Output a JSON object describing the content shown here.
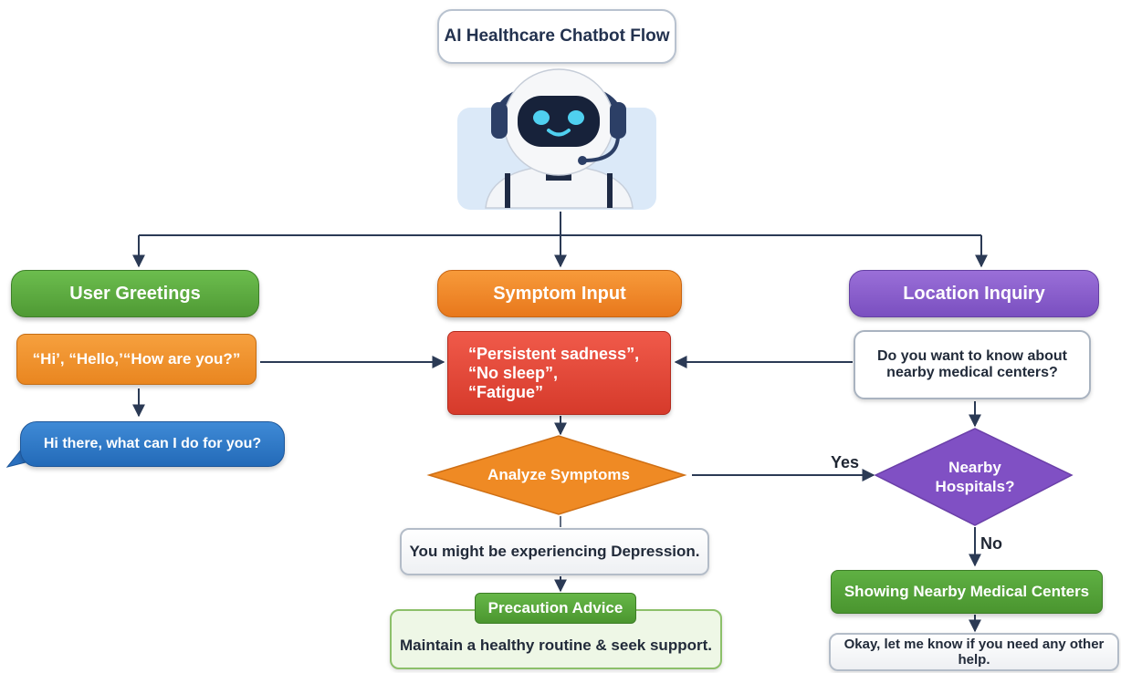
{
  "title": "AI Healthcare Chatbot Flow",
  "avatar": {
    "icon": "robot-avatar-icon",
    "colors": {
      "panel": "#dbe9f8",
      "visor": "#17223a",
      "eyes": "#4fd0f0",
      "headset": "#2c3f66"
    }
  },
  "branches": {
    "greetings": {
      "label": "User Greetings",
      "example": "“Hi’, “Hello,’“How are you?”",
      "reply": "Hi there, what can I do for you?"
    },
    "symptoms": {
      "label": "Symptom Input",
      "inputs": [
        "“Persistent sadness”,",
        "“No sleep”,",
        "“Fatigue”"
      ],
      "decision": "Analyze Symptoms",
      "result": "You might be experiencing Depression.",
      "advice_label": "Precaution Advice",
      "advice": "Maintain a healthy routine & seek support."
    },
    "location": {
      "label": "Location Inquiry",
      "question": [
        "Do you want to know about",
        "nearby medical centers?"
      ],
      "decision": [
        "Nearby",
        "Hospitals?"
      ],
      "yes_label": "Yes",
      "no_label": "No",
      "action": "Showing Nearby Medical Centers",
      "closing": "Okay, let me know if you need any other help."
    }
  },
  "colors": {
    "green": "#59a83d",
    "orange": "#ee8a25",
    "purple": "#8760cc",
    "red": "#e2483a",
    "blue": "#2e78c7",
    "arrow": "#2b3a55"
  }
}
